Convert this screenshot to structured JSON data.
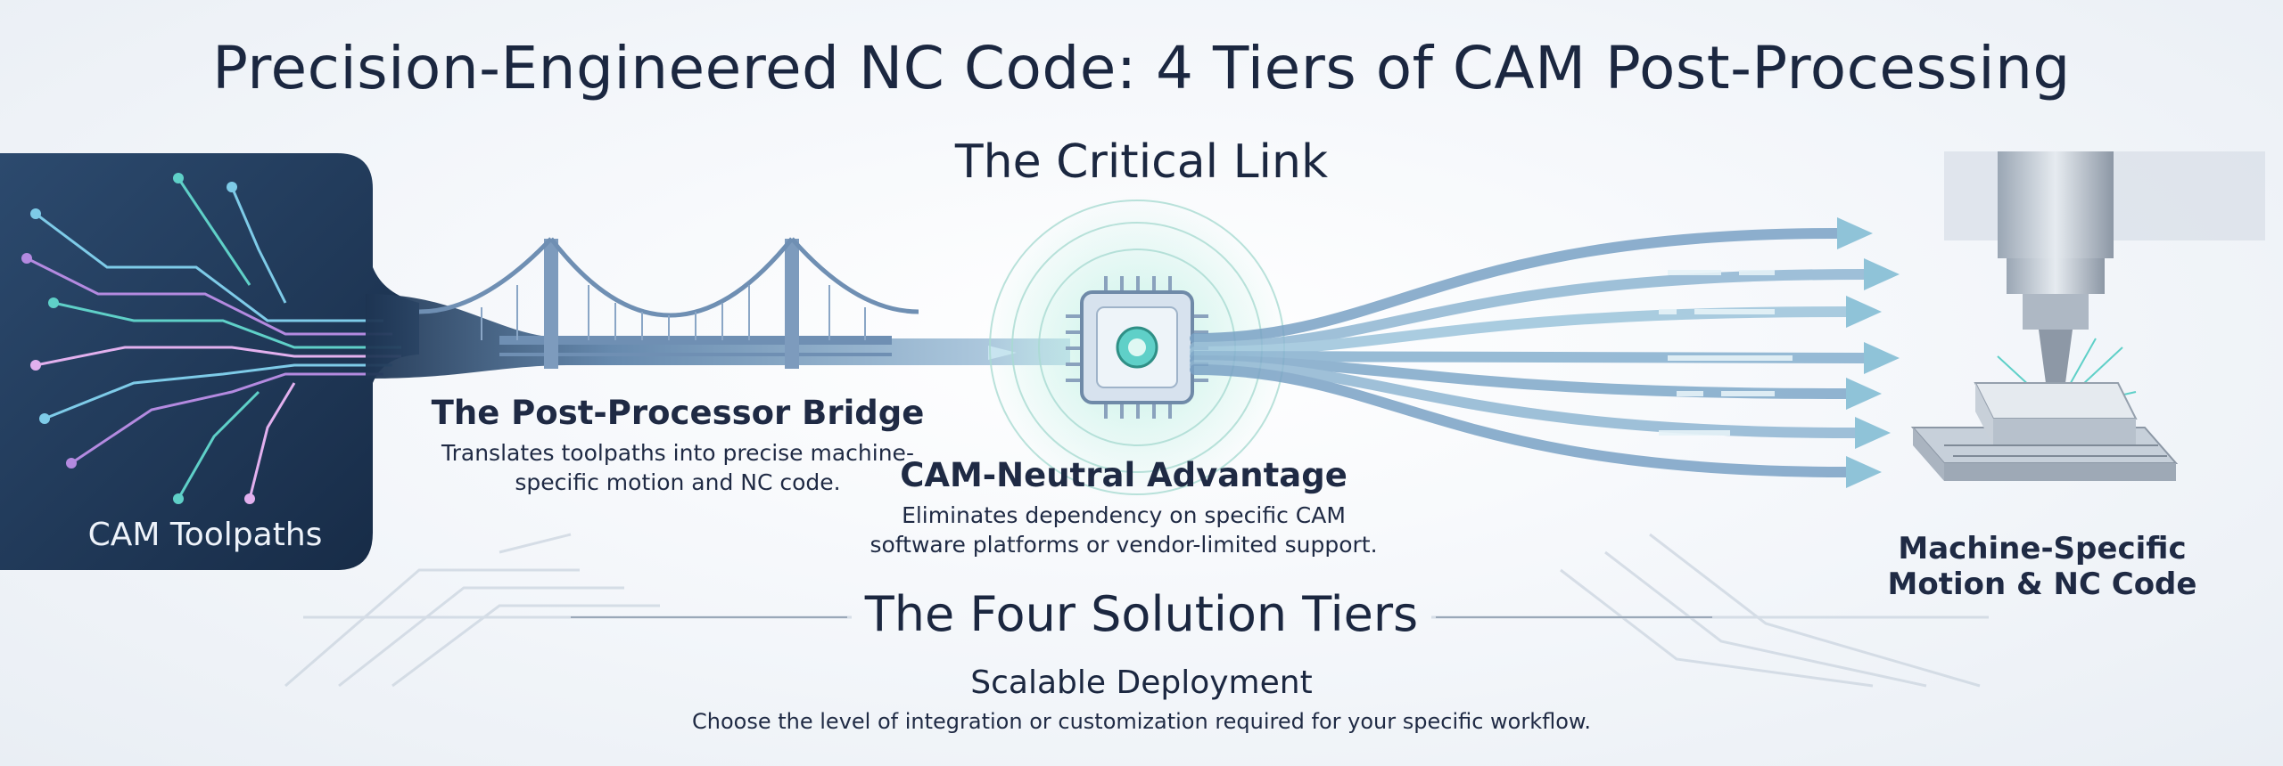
{
  "header": {
    "title": "Precision-Engineered NC Code: 4 Tiers of CAM Post-Processing",
    "subtitle": "The Critical Link"
  },
  "source": {
    "label": "CAM Toolpaths"
  },
  "bridge": {
    "title": "The Post-Processor Bridge",
    "description": "Translates toolpaths into precise machine-specific motion and NC code."
  },
  "neutral": {
    "title": "CAM-Neutral Advantage",
    "description": "Eliminates dependency on specific CAM software platforms or vendor-limited support."
  },
  "machine": {
    "label": "Machine-Specific Motion & NC Code"
  },
  "tiers": {
    "title": "The Four Solution Tiers",
    "subtitle": "Scalable Deployment",
    "description": "Choose the level of integration or customization required for your specific workflow."
  },
  "icons": [
    "circuit-board-icon",
    "bridge-icon",
    "chip-icon",
    "cnc-machine-icon"
  ],
  "colors": {
    "dark_panel": "#1d3452",
    "flow": "#6f94b8",
    "accent_teal": "#5fd0c8",
    "accent_purple": "#b48ae0",
    "text": "#1f2a44"
  }
}
